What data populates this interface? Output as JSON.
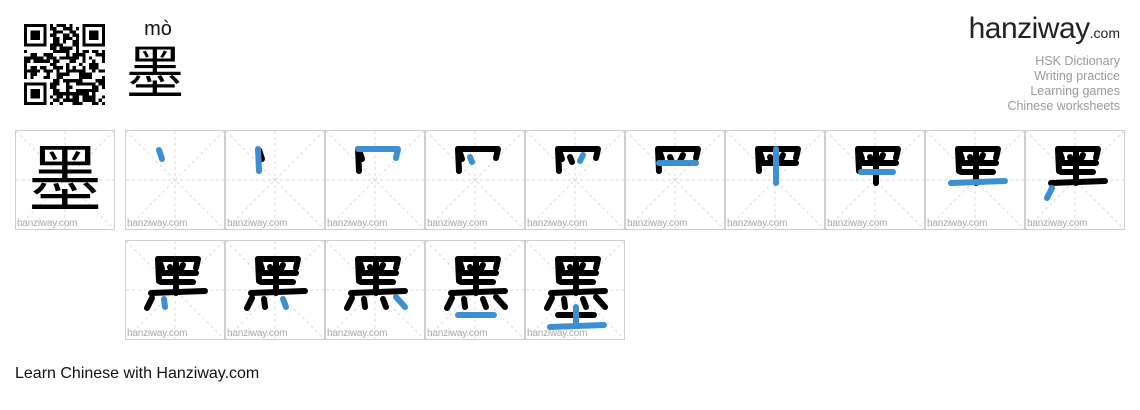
{
  "character": {
    "pinyin": "mò",
    "hanzi": "墨"
  },
  "brand": {
    "name": "hanziway",
    "tld": ".com",
    "links": [
      "HSK Dictionary",
      "Writing practice",
      "Learning games",
      "Chinese worksheets"
    ]
  },
  "grid": {
    "watermark": "hanziway.com",
    "stroke_count": 15,
    "colors": {
      "current_stroke": "#3d8fd1",
      "completed_strokes": "#000000",
      "guide_lines": "#d8d8d8",
      "cell_border": "#cfcfcf"
    }
  },
  "footer": {
    "text": "Learn Chinese with Hanziway.com"
  }
}
